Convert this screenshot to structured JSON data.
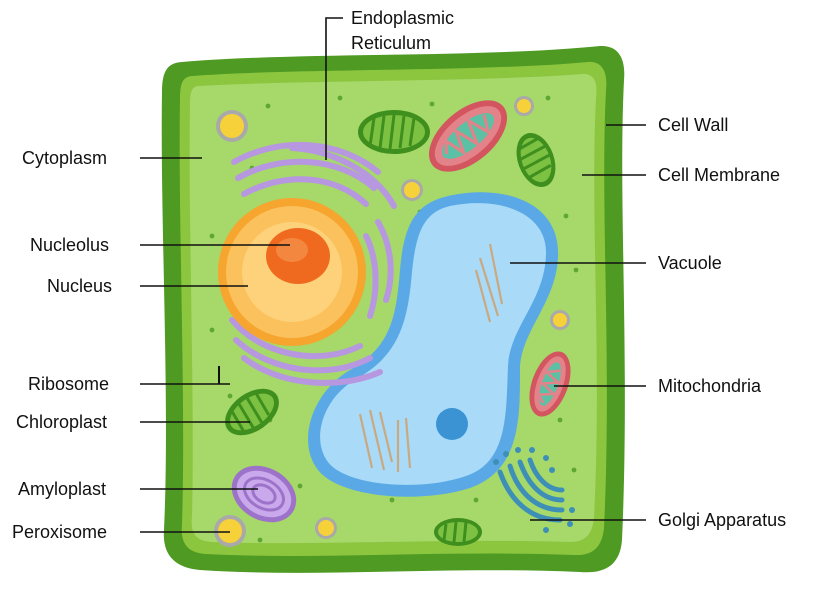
{
  "labels": {
    "endoplasmic_reticulum_line1": "Endoplasmic",
    "endoplasmic_reticulum_line2": "Reticulum",
    "cytoplasm": "Cytoplasm",
    "nucleolus": "Nucleolus",
    "nucleus": "Nucleus",
    "ribosome": "Ribosome",
    "chloroplast": "Chloroplast",
    "amyloplast": "Amyloplast",
    "peroxisome": "Peroxisome",
    "cell_wall": "Cell Wall",
    "cell_membrane": "Cell Membrane",
    "vacuole": "Vacuole",
    "mitochondria": "Mitochondria",
    "golgi_apparatus": "Golgi Apparatus"
  },
  "colors": {
    "cell_wall": "#4e9a23",
    "cell_membrane": "#8cc63f",
    "cytoplasm": "#a6d86a",
    "vacuole": "#9fd4f7",
    "vacuole_edge": "#5aa9e6",
    "nucleus": "#fbc15c",
    "nucleolus": "#ef6a1f",
    "er": "#b697e0",
    "chloroplast": "#7cc142",
    "mitochondria": "#e4828a",
    "golgi": "#3e8fb7",
    "peroxisome": "#f7d13a"
  }
}
